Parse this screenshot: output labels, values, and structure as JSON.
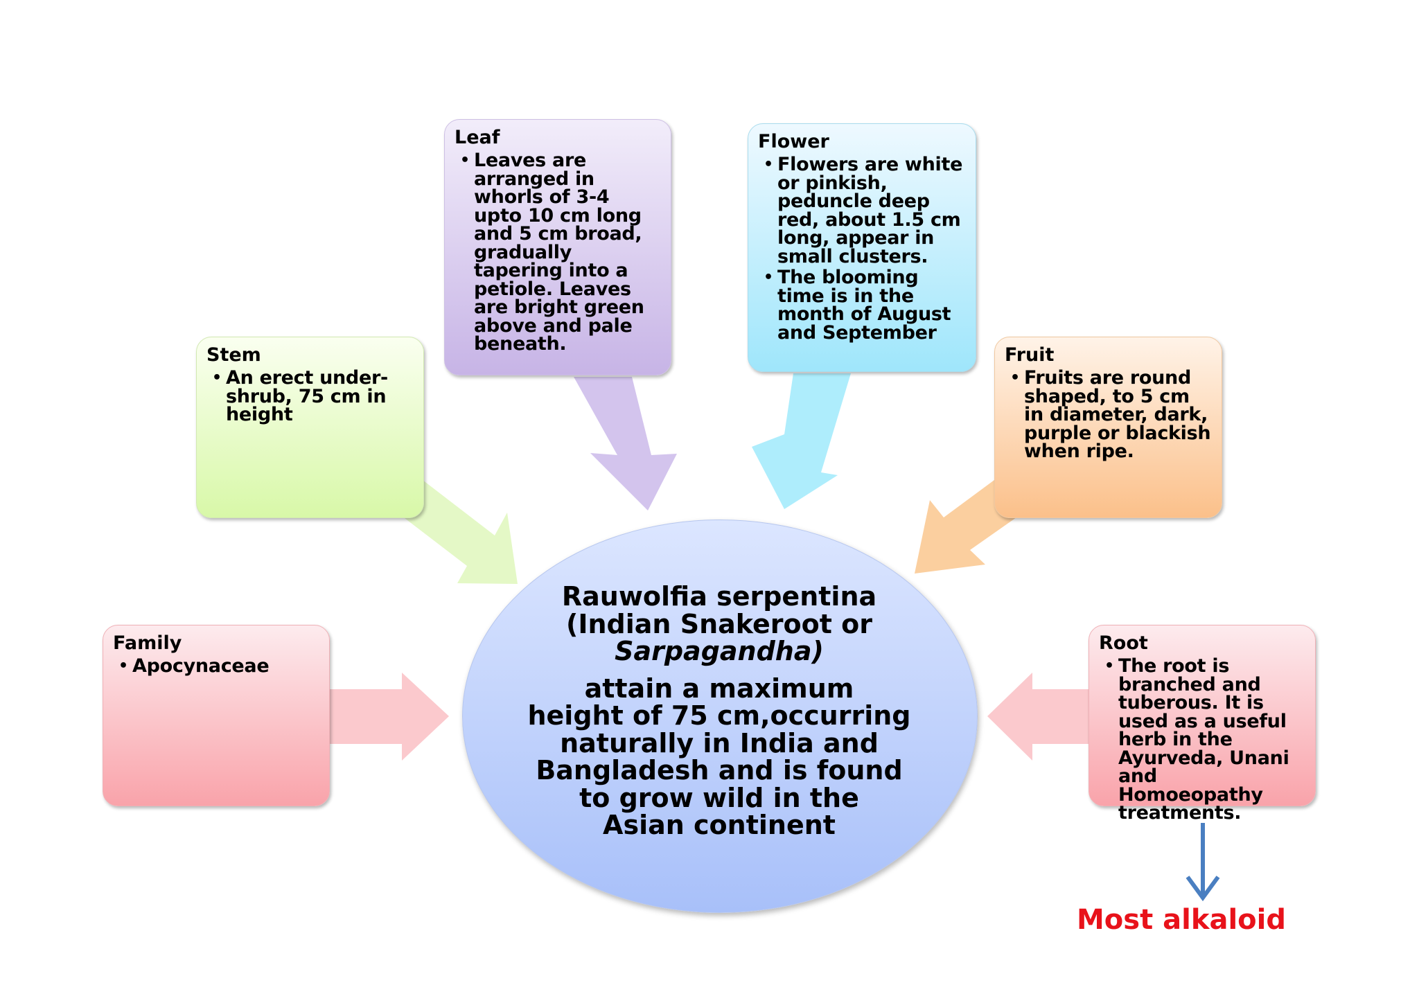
{
  "center": {
    "line1": "Rauwolfia serpentina",
    "line2": "(Indian Snakeroot or",
    "line3": "Sarpagandha)",
    "line4": "attain a maximum",
    "line5": "height of 75 cm,occurring",
    "line6": "naturally in India and",
    "line7": "Bangladesh and is found",
    "line8": "to grow wild in the",
    "line9": "Asian continent"
  },
  "boxes": {
    "family": {
      "title": "Family",
      "bullets": [
        "Apocynaceae"
      ]
    },
    "stem": {
      "title": "Stem",
      "bullets": [
        "An erect under-shrub, 75 cm in height"
      ]
    },
    "leaf": {
      "title": "Leaf",
      "bullets": [
        "Leaves are arranged in whorls of 3-4 upto 10 cm long and 5 cm broad, gradually tapering into a petiole. Leaves are bright green above and pale beneath."
      ]
    },
    "flower": {
      "title": "Flower",
      "bullets": [
        "Flowers are white or pinkish, peduncle deep red, about 1.5 cm long, appear in small clusters.",
        "The blooming time is in the month of August and September"
      ]
    },
    "fruit": {
      "title": "Fruit",
      "bullets": [
        "Fruits are round shaped, to 5 cm in diameter, dark, purple or blackish when ripe."
      ]
    },
    "root": {
      "title": "Root",
      "bullets": [
        "The root is branched and tuberous. It is used as a useful herb in the Ayurveda, Unani and Homoeopathy treatments."
      ]
    }
  },
  "callout": {
    "text": "Most alkaloid"
  },
  "colors": {
    "family_root": "#f9a3aa",
    "stem": "#d8f8a8",
    "leaf": "#c7b4e6",
    "flower": "#9fe6fb",
    "fruit": "#fbc08a",
    "center": "#a8c0f9",
    "callout_text": "#e8121a",
    "down_arrow": "#4a7fc1"
  }
}
